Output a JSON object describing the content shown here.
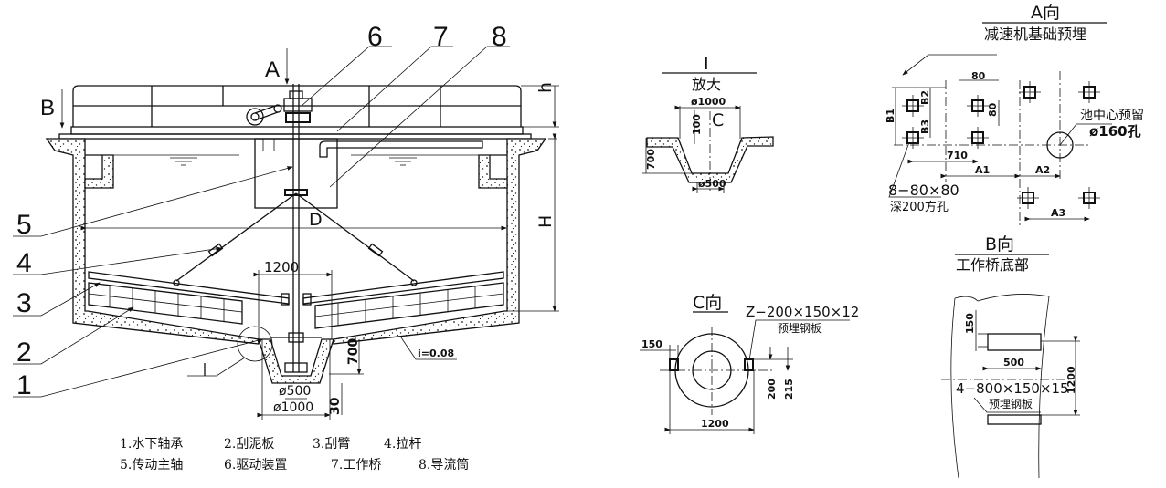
{
  "main_view": {
    "part_numbers": [
      "1",
      "2",
      "3",
      "4",
      "5",
      "6",
      "7",
      "8"
    ],
    "view_markers": {
      "a": "A",
      "b": "B",
      "detail": "I"
    },
    "dims": {
      "h": "h",
      "H": "H",
      "D": "D",
      "center_span": "1200",
      "pit_depth": "700",
      "pit_bottom": "30",
      "pit_inner": "ø500",
      "pit_outer": "ø1000",
      "slope": "i=0.08"
    }
  },
  "legend": {
    "row1": [
      "1.水下轴承",
      "2.刮泥板",
      "3.刮臂",
      "4.拉杆"
    ],
    "row2": [
      "5.传动主轴",
      "6.驱动装置",
      "7.工作桥",
      "8.导流筒"
    ]
  },
  "detail_I": {
    "title": "I",
    "subtitle": "放大",
    "dims": {
      "top": "ø1000",
      "bottom": "ø500",
      "depth": "700",
      "lip": "100",
      "marker": "C"
    }
  },
  "view_A": {
    "title": "A向",
    "subtitle": "减速机基础预埋",
    "dims": {
      "w": "80",
      "h": "80",
      "b1": "B1",
      "b2": "B2",
      "b3": "B3",
      "d710": "710",
      "a1": "A1",
      "a2": "A2",
      "a3": "A3"
    },
    "hole_note": "8−80×80",
    "hole_depth": "深200方孔",
    "center_note": "池中心预留",
    "center_hole": "ø160孔"
  },
  "view_C": {
    "title": "C向",
    "plate_spec": "Z−200×150×12",
    "plate_note": "预埋钢板",
    "dims": {
      "w150": "150",
      "d200": "200",
      "d215": "215",
      "d1200": "1200"
    }
  },
  "view_B": {
    "title": "B向",
    "subtitle": "工作桥底部",
    "dims": {
      "d150": "150",
      "d500": "500",
      "d1200": "1200"
    },
    "plate_spec": "4−800×150×15",
    "plate_note": "预埋钢板"
  }
}
